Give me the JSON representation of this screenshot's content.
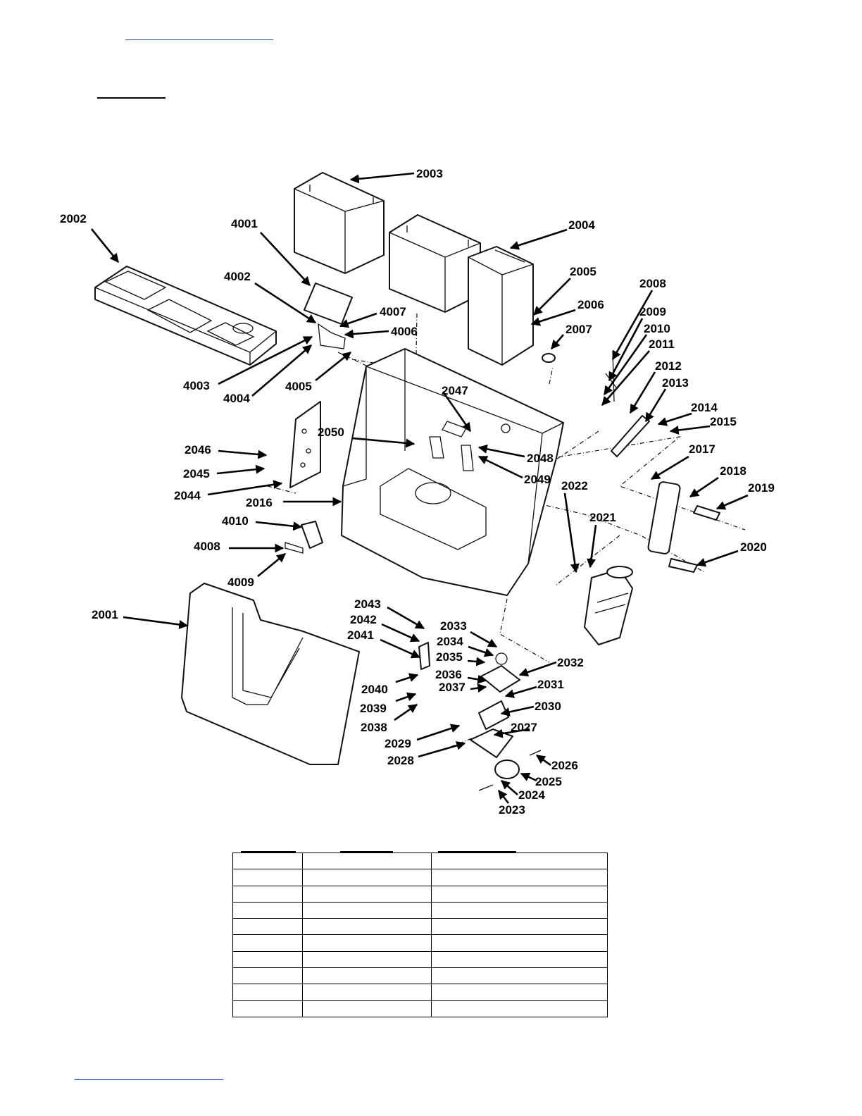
{
  "diagram": {
    "callouts": [
      "2001",
      "2002",
      "2003",
      "2004",
      "2005",
      "2006",
      "2007",
      "2008",
      "2009",
      "2010",
      "2011",
      "2012",
      "2013",
      "2014",
      "2015",
      "2016",
      "2017",
      "2018",
      "2019",
      "2020",
      "2021",
      "2022",
      "2023",
      "2024",
      "2025",
      "2026",
      "2027",
      "2028",
      "2029",
      "2030",
      "2031",
      "2032",
      "2033",
      "2034",
      "2035",
      "2036",
      "2037",
      "2038",
      "2039",
      "2040",
      "2041",
      "2042",
      "2043",
      "2044",
      "2045",
      "2046",
      "2047",
      "2048",
      "2049",
      "2050",
      "4001",
      "4002",
      "4003",
      "4004",
      "4005",
      "4006",
      "4007",
      "4008",
      "4009",
      "4010"
    ]
  },
  "table": {
    "columns": [
      "",
      "",
      ""
    ],
    "rows": [
      [
        "",
        "",
        ""
      ],
      [
        "",
        "",
        ""
      ],
      [
        "",
        "",
        ""
      ],
      [
        "",
        "",
        ""
      ],
      [
        "",
        "",
        ""
      ],
      [
        "",
        "",
        ""
      ],
      [
        "",
        "",
        ""
      ],
      [
        "",
        "",
        ""
      ],
      [
        "",
        "",
        ""
      ],
      [
        "",
        "",
        ""
      ]
    ]
  },
  "colors": {
    "link_rule": "#1f3fb0",
    "ink": "#000000"
  }
}
